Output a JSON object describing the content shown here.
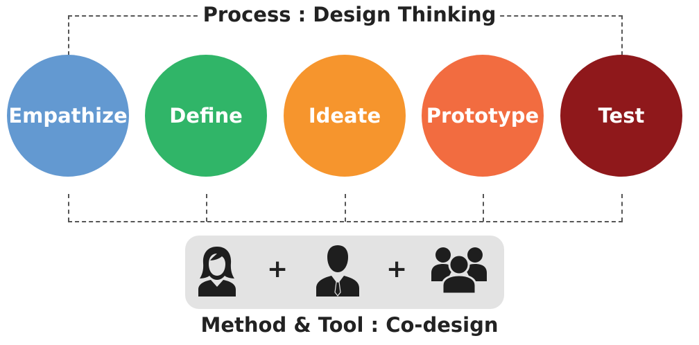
{
  "diagram": {
    "process_title": "Process : Design Thinking",
    "method_title": "Method & Tool : Co-design",
    "stages": [
      {
        "label": "Empathize",
        "color": "#6399d1"
      },
      {
        "label": "Define",
        "color": "#30b568"
      },
      {
        "label": "Ideate",
        "color": "#f6952d"
      },
      {
        "label": "Prototype",
        "color": "#f26c40"
      },
      {
        "label": "Test",
        "color": "#8f181b"
      }
    ],
    "method": {
      "plus_1": "+",
      "plus_2": "+",
      "icons": [
        "woman-icon",
        "man-icon",
        "group-icon"
      ]
    },
    "colors": {
      "icon": "#1e1e1e",
      "line": "#555555",
      "method_box": "#e3e3e3"
    }
  }
}
